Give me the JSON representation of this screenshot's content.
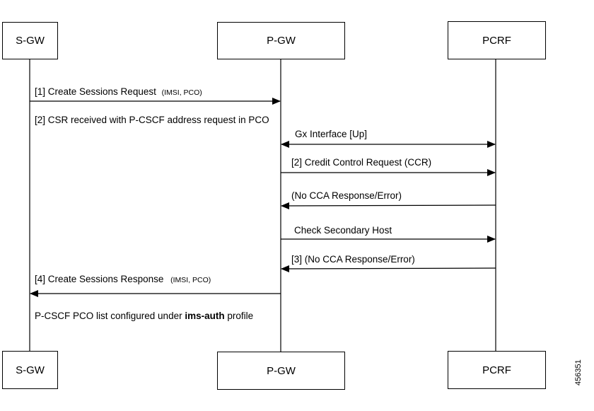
{
  "participants": {
    "sgw": "S-GW",
    "pgw": "P-GW",
    "pcrf": "PCRF"
  },
  "messages": {
    "m1_text": "[1] Create Sessions Request",
    "m1_params": "(IMSI, PCO)",
    "m2_text": "[2] CSR received with P-CSCF address request in PCO",
    "m3_text": "Gx Interface [Up]",
    "m4_text": "[2] Credit Control Request (CCR)",
    "m5_text": "(No CCA Response/Error)",
    "m6_text": "Check Secondary Host",
    "m7_text": "[3] (No CCA Response/Error)",
    "m8_text": "[4] Create Sessions Response",
    "m8_params": "(IMSI, PCO)",
    "note_prefix": "P-CSCF PCO list configured under ",
    "note_bold": "ims-auth",
    "note_suffix": " profile"
  },
  "figure_id": "456351"
}
